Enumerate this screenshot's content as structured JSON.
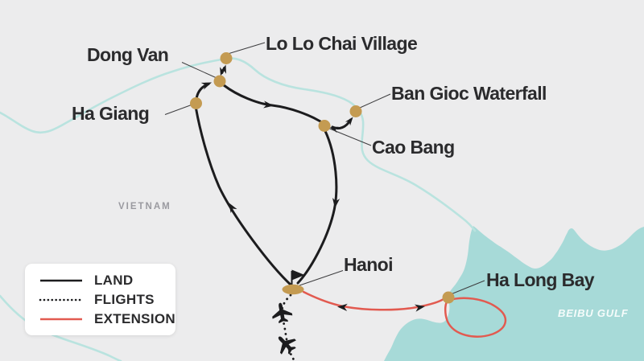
{
  "map": {
    "region_label": "VIETNAM",
    "gulf_label": "BEIBU GULF",
    "locations": [
      {
        "name": "Dong Van"
      },
      {
        "name": "Lo Lo Chai Village"
      },
      {
        "name": "Ha Giang"
      },
      {
        "name": "Ban Gioc Waterfall"
      },
      {
        "name": "Cao Bang"
      },
      {
        "name": "Hanoi"
      },
      {
        "name": "Ha Long Bay"
      }
    ],
    "legend": {
      "items": [
        {
          "label": "LAND",
          "style": "solid-black-line"
        },
        {
          "label": "FLIGHTS",
          "style": "dotted-black-line"
        },
        {
          "label": "EXTENSION",
          "style": "solid-red-line"
        }
      ]
    },
    "icons": {
      "airplane": "airplane-icon",
      "flag": "flag-icon",
      "arrow": "route-arrow-icon"
    },
    "colors": {
      "land": "#ececed",
      "water": "#a7dad8",
      "river": "#b9e3df",
      "route": "#1c1c1e",
      "extension": "#e25a50",
      "marker": "#c49b52",
      "label": "#2b2b2d",
      "region_label": "#9a9aa0",
      "gulf_label": "#f6fcfb"
    }
  }
}
